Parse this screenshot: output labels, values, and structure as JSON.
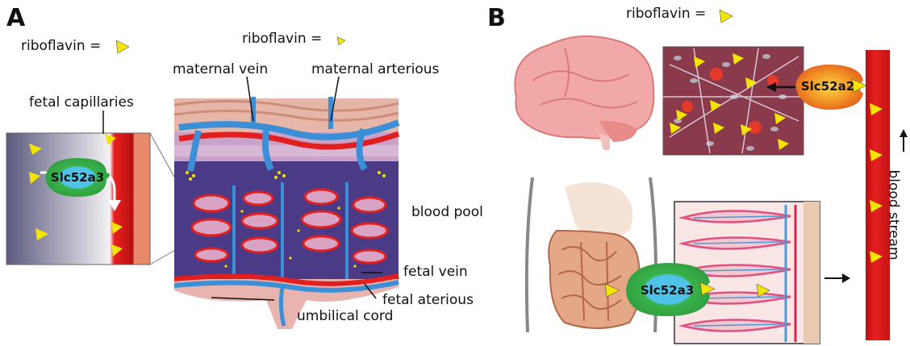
{
  "panel_a": {
    "letter": "A",
    "legend_riboflavin": "riboflavin =",
    "legend_riboflavin_small": "riboflavin =",
    "labels": {
      "maternal_vein": "maternal vein",
      "maternal_arterious": "maternal arterious",
      "fetal_capillaries": "fetal capillaries",
      "blood_pool": "blood pool",
      "fetal_vein": "fetal vein",
      "fetal_arterious": "fetal aterious",
      "umbilical_cord": "umbilical cord"
    },
    "transporter": "Slc52a3"
  },
  "panel_b": {
    "letter": "B",
    "legend_riboflavin": "riboflavin =",
    "transporter_brain": "Slc52a2",
    "transporter_gut": "Slc52a3",
    "blood_stream": "blood stream"
  },
  "colors": {
    "riboflavin": "#f2e600",
    "artery_red": "#e02020",
    "vein_blue": "#3a8fd6",
    "transporter_green": "#3cb33c",
    "transporter_orange": "#f08a1c",
    "blood_pool": "#4b3a86"
  }
}
